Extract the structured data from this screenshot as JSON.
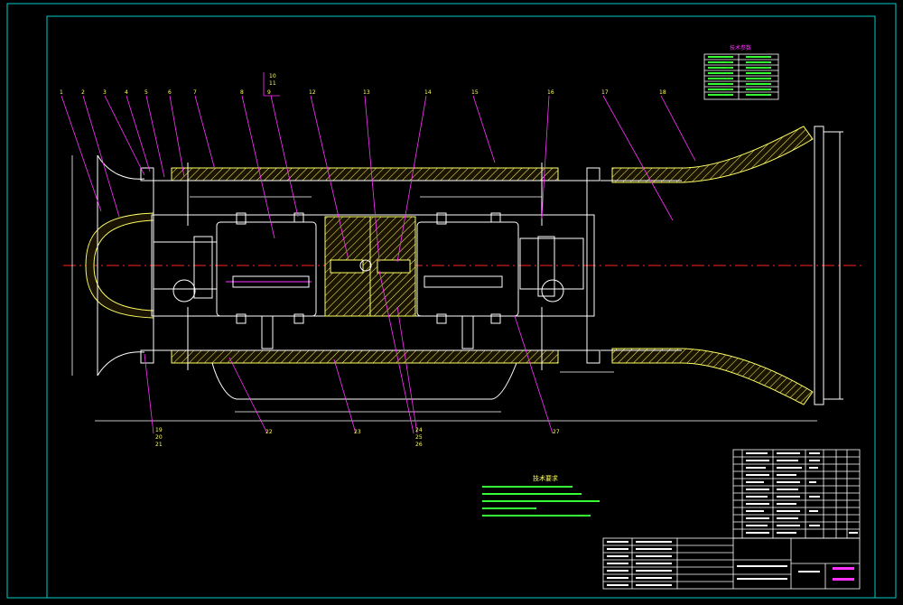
{
  "colors": {
    "frame": "#00cccc",
    "outline": "#ffffff",
    "body": "#ffff66",
    "leader": "#ff33ff",
    "centerline": "#ff2222",
    "text_note": "#33ff33",
    "table_line": "#ffffff"
  },
  "balloons": {
    "top": [
      {
        "id": "b1",
        "text": "1"
      },
      {
        "id": "b2",
        "text": "2"
      },
      {
        "id": "b3",
        "text": "3"
      },
      {
        "id": "b4",
        "text": "4"
      },
      {
        "id": "b5",
        "text": "5"
      },
      {
        "id": "b6",
        "text": "6"
      },
      {
        "id": "b7",
        "text": "7"
      },
      {
        "id": "b8",
        "text": "8"
      },
      {
        "id": "b9",
        "text": "9"
      },
      {
        "id": "b10",
        "text": "10"
      },
      {
        "id": "b11",
        "text": "11"
      },
      {
        "id": "b12",
        "text": "12"
      },
      {
        "id": "b13",
        "text": "13"
      },
      {
        "id": "b14",
        "text": "14"
      },
      {
        "id": "b15",
        "text": "15"
      },
      {
        "id": "b16",
        "text": "16"
      },
      {
        "id": "b17",
        "text": "17"
      },
      {
        "id": "b18",
        "text": "18"
      }
    ],
    "bottom": [
      {
        "id": "b19",
        "text": "19"
      },
      {
        "id": "b20",
        "text": "20"
      },
      {
        "id": "b21",
        "text": "21"
      },
      {
        "id": "b22",
        "text": "22"
      },
      {
        "id": "b23",
        "text": "23"
      },
      {
        "id": "b24",
        "text": "24"
      },
      {
        "id": "b25",
        "text": "25"
      },
      {
        "id": "b26",
        "text": "26"
      },
      {
        "id": "b27",
        "text": "27"
      }
    ]
  },
  "tables": {
    "spec_title": "技术参数",
    "notes_title": "技术要求"
  }
}
